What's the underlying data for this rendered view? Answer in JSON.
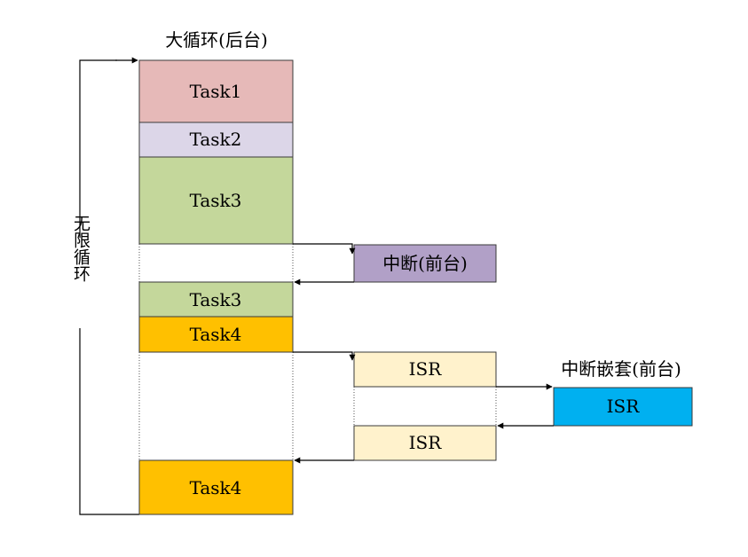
{
  "diagram": {
    "main_loop_title": "大循环(后台)",
    "infinite_loop_label": "无限循环",
    "interrupt_label": "中断(前台)",
    "nested_interrupt_label": "中断嵌套(前台)",
    "tasks": {
      "task1": "Task1",
      "task2": "Task2",
      "task3_a": "Task3",
      "task3_b": "Task3",
      "task4_a": "Task4",
      "task4_b": "Task4"
    },
    "isr": {
      "isr_first": "ISR",
      "isr_nested": "ISR",
      "isr_resume": "ISR"
    }
  },
  "colors": {
    "task1": "#e6b9b8",
    "task2": "#dcd6e8",
    "task3": "#c4d79b",
    "task4": "#ffc000",
    "interrupt": "#b1a0c7",
    "isr": "#fff2cc",
    "nested_isr": "#00b0f0"
  }
}
